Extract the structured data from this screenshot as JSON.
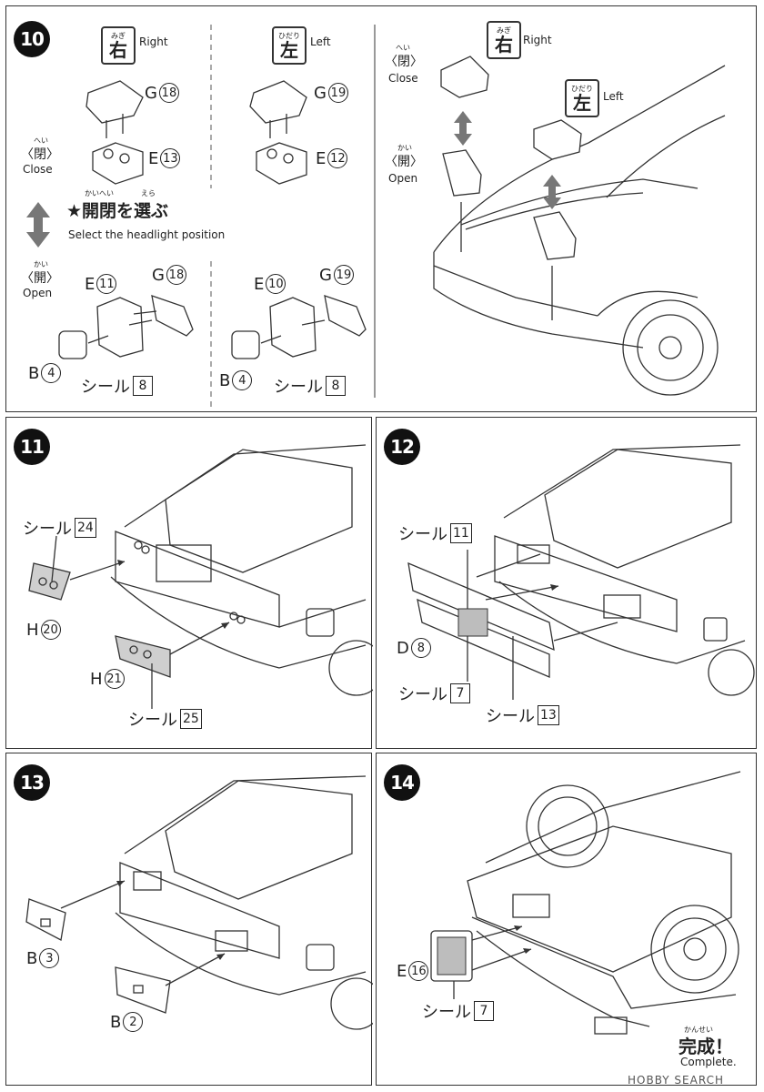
{
  "step10": {
    "num": "10",
    "right_ruby": "みぎ",
    "right_kanji": "右",
    "right": "Right",
    "left_ruby": "ひだり",
    "left_kanji": "左",
    "left": "Left",
    "close_ruby": "へい",
    "close_jp": "〈閉〉",
    "close": "Close",
    "open_ruby": "かい",
    "open_jp": "〈開〉",
    "open": "Open",
    "select_ruby1": "かいへい",
    "select_ruby2": "えら",
    "select_jp": "★開閉を選ぶ",
    "select_en": "Select the headlight position",
    "parts": {
      "g18": "G",
      "g18n": "18",
      "e13": "E",
      "e13n": "13",
      "g19": "G",
      "g19n": "19",
      "e12": "E",
      "e12n": "12",
      "e11": "E",
      "e11n": "11",
      "g18b": "G",
      "g18bn": "18",
      "b4": "B",
      "b4n": "4",
      "seal8": "シール",
      "seal8n": "8",
      "e10": "E",
      "e10n": "10",
      "g19b": "G",
      "g19bn": "19",
      "b4b": "B",
      "b4bn": "4",
      "seal8b": "シール",
      "seal8bn": "8"
    }
  },
  "step11": {
    "num": "11",
    "seal24": "シール",
    "seal24n": "24",
    "h20": "H",
    "h20n": "20",
    "h21": "H",
    "h21n": "21",
    "seal25": "シール",
    "seal25n": "25"
  },
  "step12": {
    "num": "12",
    "seal11": "シール",
    "seal11n": "11",
    "d8": "D",
    "d8n": "8",
    "seal7": "シール",
    "seal7n": "7",
    "seal13": "シール",
    "seal13n": "13"
  },
  "step13": {
    "num": "13",
    "b3": "B",
    "b3n": "3",
    "b2": "B",
    "b2n": "2"
  },
  "step14": {
    "num": "14",
    "e16": "E",
    "e16n": "16",
    "seal7": "シール",
    "seal7n": "7",
    "complete_ruby": "かんせい",
    "complete_jp": "完成！",
    "complete_en": "Complete."
  },
  "watermark": "HOBBY SEARCH"
}
